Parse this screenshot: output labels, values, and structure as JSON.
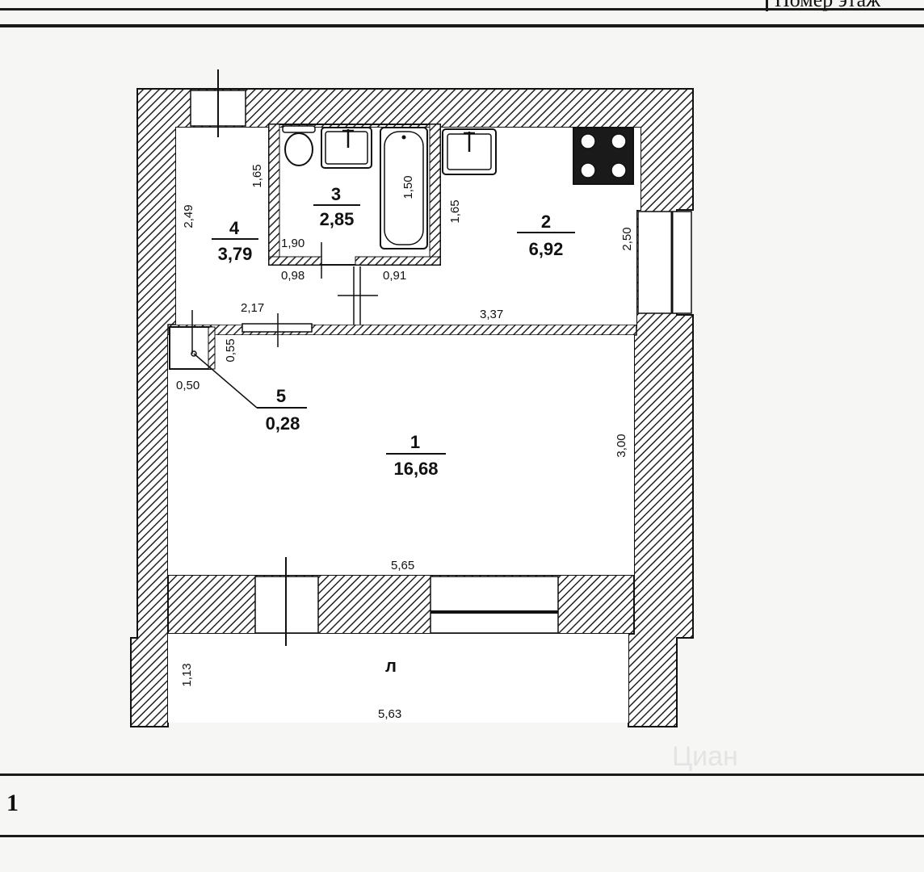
{
  "header": {
    "label": "Номер этаж"
  },
  "footer": {
    "number": "1"
  },
  "watermark": "Циан",
  "rooms": [
    {
      "id": "1",
      "number": "1",
      "area": "16,68"
    },
    {
      "id": "2",
      "number": "2",
      "area": "6,92"
    },
    {
      "id": "3",
      "number": "3",
      "area": "2,85"
    },
    {
      "id": "4",
      "number": "4",
      "area": "3,79"
    },
    {
      "id": "5",
      "number": "5",
      "area": "0,28"
    }
  ],
  "balcony": {
    "label": "л",
    "width": "5,63",
    "depth": "1,13"
  },
  "dimensions": {
    "hall_width": "2,49",
    "hall_depth": "1,65",
    "bath_side": "1,65",
    "bath_tub": "1,50",
    "bath_height": "1,90",
    "bath_door_left": "0,98",
    "bath_door_right": "0,91",
    "corridor": "2,17",
    "kitchen_width": "3,37",
    "kitchen_depth": "2,50",
    "closet_depth": "0,55",
    "closet_width": "0,50",
    "main_depth": "3,00",
    "main_width": "5,65"
  }
}
